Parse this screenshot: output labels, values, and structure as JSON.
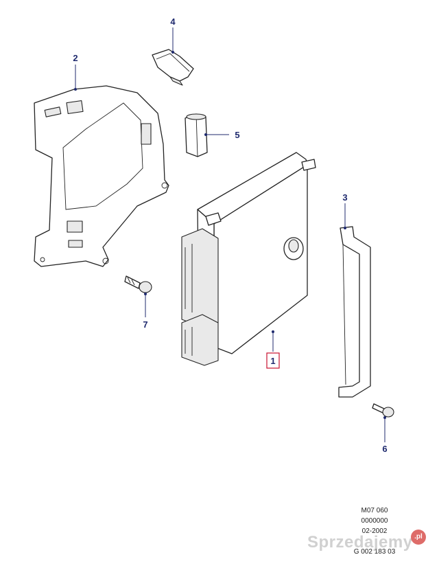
{
  "callouts": {
    "c1": "1",
    "c2": "2",
    "c3": "3",
    "c4": "4",
    "c5": "5",
    "c6": "6",
    "c7": "7"
  },
  "reference": {
    "line1": "M07 060",
    "line2": "0000000",
    "line3": "02-2002",
    "line4": "G 002 183 03"
  },
  "watermark": {
    "text": "Sprzedajemy",
    "badge": ".pl"
  },
  "colors": {
    "callout": "#1f2a6e",
    "highlight_box": "#c8102e"
  }
}
